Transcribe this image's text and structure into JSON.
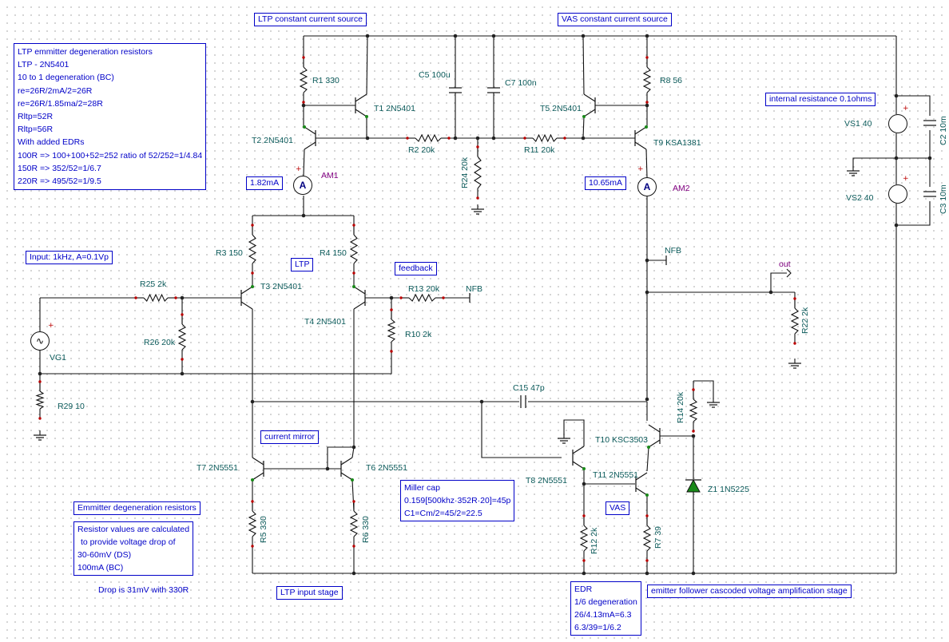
{
  "section_titles": {
    "ltp_ccs": "LTP constant current source",
    "vas_ccs": "VAS constant current source",
    "ltp_input": "LTP input stage",
    "ef_cascode": "emitter follower cascoded voltage amplification stage"
  },
  "notes": {
    "ltp_degen": [
      "LTP emmitter degeneration resistors",
      "LTP - 2N5401",
      "10 to 1 degeneration (BC)",
      "re=26R/2mA/2=26R",
      "re=26R/1.85ma/2=28R",
      "Rltp=52R",
      "Rltp=56R",
      "With added EDRs",
      "100R => 100+100+52=252 ratio of 52/252=1/4.84",
      "150R => 352/52=1/6.7",
      "220R =>  495/52=1/9.5"
    ],
    "input": "Input: 1kHz, A=0.1Vp",
    "internal_r": "internal resistance 0.1ohms",
    "ltp": "LTP",
    "feedback": "feedback",
    "current_mirror": "current mirror",
    "miller": [
      "Miller cap",
      "0.159[500khz·352R·20]=45p",
      "C1=Cm/2=45/2=22.5"
    ],
    "vas": "VAS",
    "emitter_degen": "Emmitter degeneration resistors",
    "resistor_calc": [
      "Resistor values are calculated",
      "to provide voltage drop of",
      "30-60mV (DS)",
      "100mA (BC)"
    ],
    "drop": "Drop is 31mV with 330R",
    "edr": [
      "EDR",
      "1/6 degeneration",
      "26/4.13mA=6.3",
      "6.3/39=1/6.2"
    ]
  },
  "readouts": {
    "am1": "1.82mA",
    "am2": "10.65mA"
  },
  "labels": {
    "r1": "R1 330",
    "c5": "C5 100u",
    "c7": "C7 100n",
    "r8": "R8 56",
    "t1": "T1 2N5401",
    "t5": "T5 2N5401",
    "t2": "T2 2N5401",
    "t9": "T9 KSA1381",
    "r2": "R2 20k",
    "r11": "R11 20k",
    "r24": "R24 20k",
    "am1": "AM1",
    "am2": "AM2",
    "vs1": "VS1 40",
    "vs2": "VS2 40",
    "c2": "C2 10m",
    "c3": "C3 10m",
    "r3": "R3 150",
    "r4": "R4 150",
    "t3": "T3 2N5401",
    "t4": "T4 2N5401",
    "r25": "R25 2k",
    "r26": "R26 20k",
    "r13": "R13 20k",
    "nfb": "NFB",
    "r10": "R10 2k",
    "vg1": "VG1",
    "r29": "R29 10",
    "out": "out",
    "r22": "R22 2k",
    "c15": "C15 47p",
    "r14": "R14 20k",
    "t10": "T10 KSC3503",
    "t7": "T7 2N5551",
    "t6": "T6 2N5551",
    "t8": "T8 2N5551",
    "t11": "T11 2N5551",
    "z1": "Z1 1N5225",
    "r5": "R5 330",
    "r6": "R6 330",
    "r12": "R12 2k",
    "r7": "R7 39",
    "meter_symbol": "A"
  }
}
